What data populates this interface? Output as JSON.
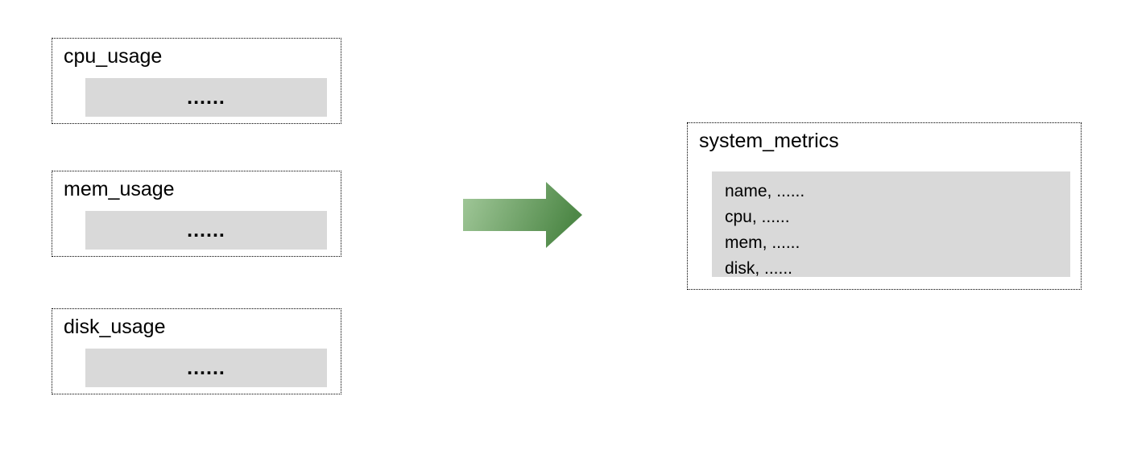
{
  "diagram": {
    "source_tables": [
      {
        "title": "cpu_usage",
        "body": "......"
      },
      {
        "title": "mem_usage",
        "body": "......"
      },
      {
        "title": "disk_usage",
        "body": "......"
      }
    ],
    "arrow": {
      "icon": "right-arrow-icon",
      "color_start": "#a4ca9c",
      "color_end": "#4e8847"
    },
    "result_table": {
      "title": "system_metrics",
      "rows": [
        "name, ......",
        "cpu, ......",
        "mem, ......",
        "disk, ......"
      ]
    }
  },
  "colors": {
    "box_fill": "#d9d9d9",
    "border": "#000000"
  }
}
